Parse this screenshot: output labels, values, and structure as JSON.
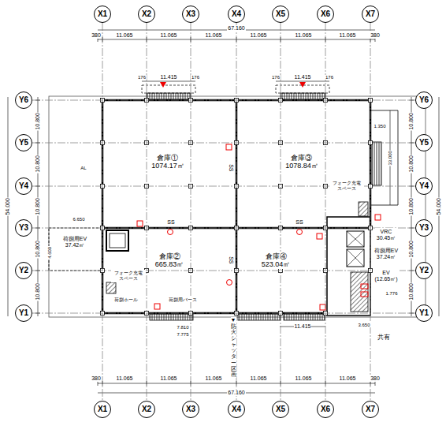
{
  "diagram": {
    "nodes": [
      {
        "text": [
          "X1"
        ]
      },
      {
        "text": [
          "X2"
        ]
      },
      {
        "text": [
          "X3"
        ]
      },
      {
        "text": [
          "X4"
        ]
      },
      {
        "text": [
          "X5"
        ]
      },
      {
        "text": [
          "X6"
        ]
      },
      {
        "text": [
          "X7"
        ]
      },
      {
        "text": [
          "X1"
        ]
      },
      {
        "text": [
          "X2"
        ]
      },
      {
        "text": [
          "X3"
        ]
      },
      {
        "text": [
          "X4"
        ]
      },
      {
        "text": [
          "X5"
        ]
      },
      {
        "text": [
          "X6"
        ]
      },
      {
        "text": [
          "X7"
        ]
      },
      {
        "text": [
          "Y6"
        ]
      },
      {
        "text": [
          "Y5"
        ]
      },
      {
        "text": [
          "Y4"
        ]
      },
      {
        "text": [
          "Y3"
        ]
      },
      {
        "text": [
          "Y2"
        ]
      },
      {
        "text": [
          "Y1"
        ]
      },
      {
        "text": [
          "Y6"
        ]
      },
      {
        "text": [
          "Y5"
        ]
      },
      {
        "text": [
          "Y4"
        ]
      },
      {
        "text": [
          "Y3"
        ]
      },
      {
        "text": [
          "Y2"
        ]
      },
      {
        "text": [
          "Y1"
        ]
      },
      {
        "text": [
          "倉庫①",
          "1074.17㎡"
        ]
      },
      {
        "text": [
          "倉庫③",
          "1078.84㎡"
        ]
      },
      {
        "text": [
          "倉庫②",
          "665.83㎡"
        ]
      },
      {
        "text": [
          "倉庫④",
          "523.04㎡"
        ]
      },
      {
        "text": [
          "荷捌用EV",
          "37.42㎡"
        ]
      },
      {
        "text": [
          "VRC",
          "30.45㎡"
        ]
      },
      {
        "text": [
          "荷捌用EV",
          "37.24㎡"
        ]
      },
      {
        "text": [
          "EV",
          "(12.65㎡)"
        ]
      },
      {
        "text": [
          "フォーク充電スペース"
        ]
      },
      {
        "text": [
          "フォーク充電スペース"
        ]
      }
    ],
    "edges": [
      {
        "from": 0,
        "to": 7,
        "arrow": "none"
      },
      {
        "from": 1,
        "to": 8,
        "arrow": "none"
      },
      {
        "from": 2,
        "to": 9,
        "arrow": "none"
      },
      {
        "from": 3,
        "to": 10,
        "arrow": "none"
      },
      {
        "from": 4,
        "to": 11,
        "arrow": "none"
      },
      {
        "from": 5,
        "to": 12,
        "arrow": "none"
      },
      {
        "from": 6,
        "to": 13,
        "arrow": "none"
      },
      {
        "from": 14,
        "to": 20,
        "arrow": "none"
      },
      {
        "from": 15,
        "to": 21,
        "arrow": "none"
      },
      {
        "from": 16,
        "to": 22,
        "arrow": "none"
      },
      {
        "from": 17,
        "to": 23,
        "arrow": "none"
      },
      {
        "from": 18,
        "to": 24,
        "arrow": "none"
      },
      {
        "from": 19,
        "to": 25,
        "arrow": "none"
      }
    ],
    "labels": [
      "380",
      "11.065",
      "11.065",
      "11.065",
      "11.065",
      "11.065",
      "11.065",
      "380",
      "67.160",
      "176",
      "11.415",
      "176",
      "176",
      "11.415",
      "176",
      "380",
      "11.065",
      "11.065",
      "11.065",
      "11.065",
      "11.065",
      "11.065",
      "380",
      "67.160",
      "10.800",
      "10.800",
      "10.800",
      "10.800",
      "10.800",
      "54.000",
      "10.800",
      "10.800",
      "10.800",
      "10.800",
      "10.800",
      "54.000",
      "6.650",
      "4.600",
      "1.350",
      "33.000",
      "1.776",
      "7.810",
      "7.775",
      "11.415",
      "3.650",
      "共有",
      "AL",
      "SS",
      "SS",
      "SS",
      "SS",
      "▼防火シャッター区画",
      "荷捌ホール",
      "荷捌用バース"
    ]
  }
}
